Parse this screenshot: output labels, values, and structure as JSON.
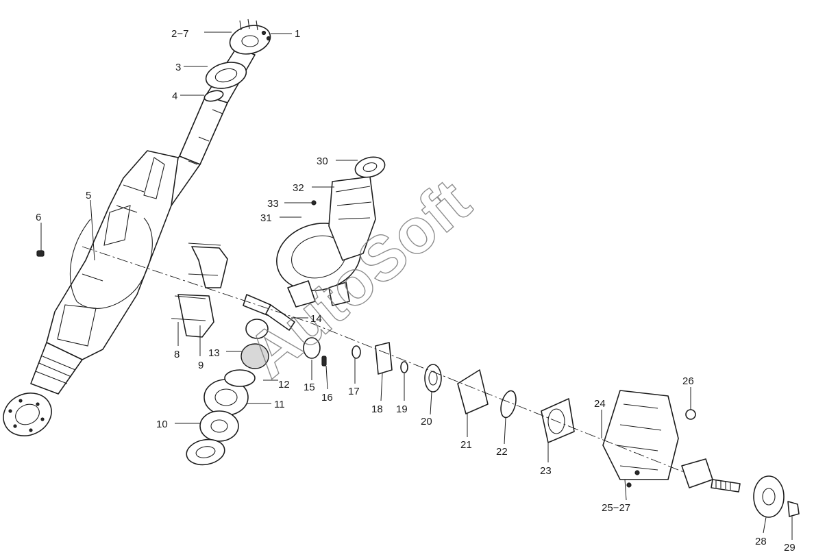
{
  "watermark": "AutoSoft",
  "callouts": {
    "c1": "1",
    "c2_7": "2−7",
    "c3": "3",
    "c4": "4",
    "c5": "5",
    "c6": "6",
    "c8": "8",
    "c9": "9",
    "c10": "10",
    "c11": "11",
    "c12": "12",
    "c13": "13",
    "c14": "14",
    "c15": "15",
    "c16": "16",
    "c17": "17",
    "c18": "18",
    "c19": "19",
    "c20": "20",
    "c21": "21",
    "c22": "22",
    "c23": "23",
    "c24": "24",
    "c25_27": "25−27",
    "c26": "26",
    "c28": "28",
    "c29": "29",
    "c30": "30",
    "c31": "31",
    "c32": "32",
    "c33": "33"
  }
}
